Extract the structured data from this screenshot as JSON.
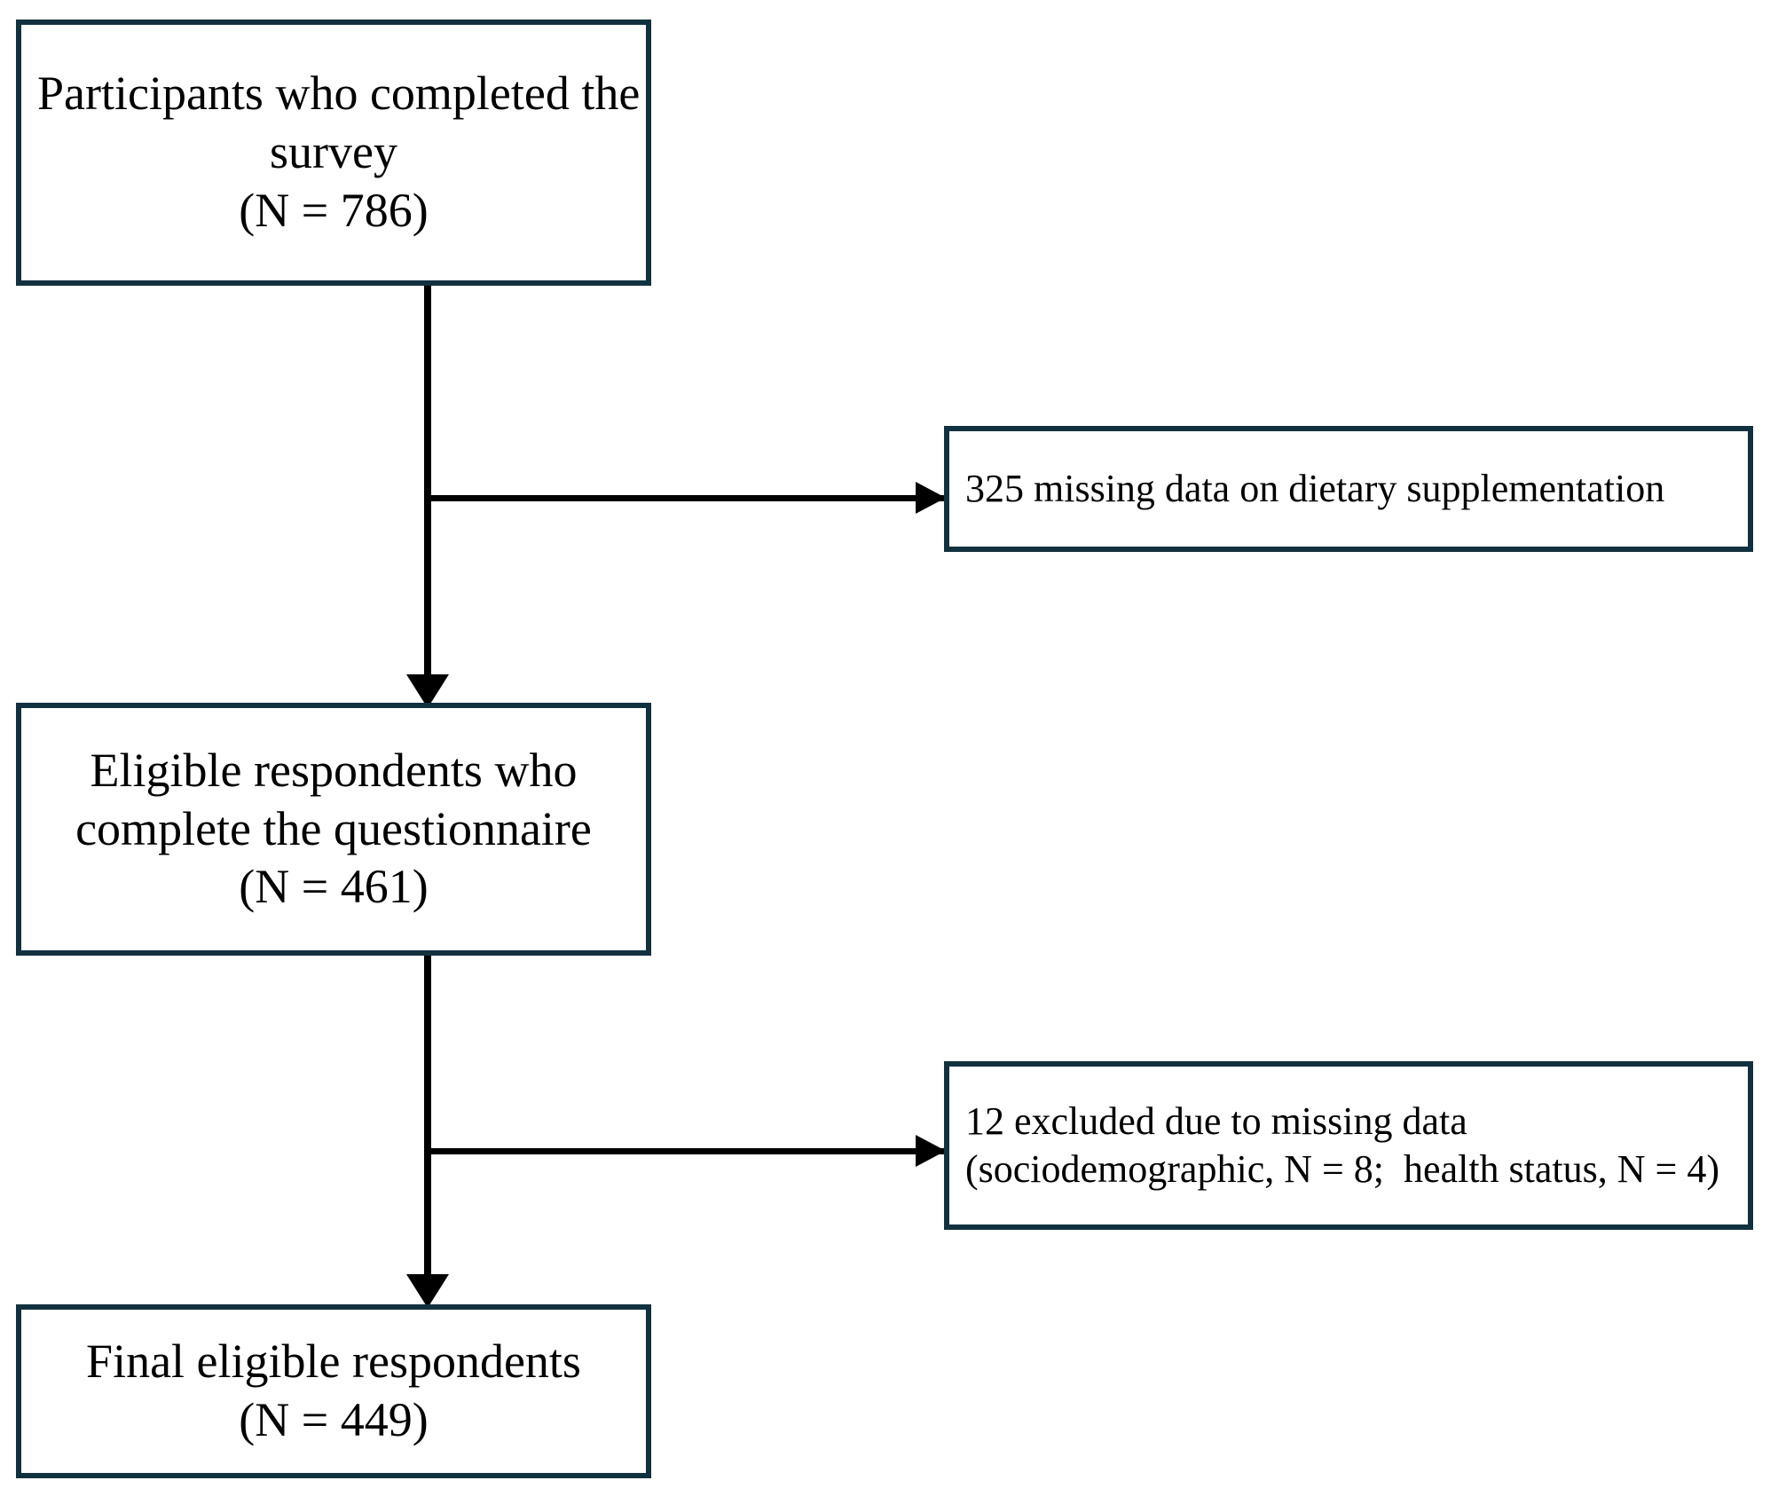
{
  "figure": {
    "type": "flowchart",
    "title": "Participant flow diagram",
    "colors": {
      "box_border": "#12313f",
      "connector": "#000000",
      "background": "#ffffff",
      "text": "#000000"
    }
  },
  "nodes": {
    "survey": {
      "id": "participants-completed-survey",
      "line1": "Participants who completed the",
      "line2": "survey",
      "line3": "(N = 786)",
      "count": 786
    },
    "eligible": {
      "id": "eligible-respondents",
      "line1": "Eligible respondents who",
      "line2": "complete the questionnaire",
      "line3": "(N = 461)",
      "count": 461
    },
    "final": {
      "id": "final-eligible-respondents",
      "line1": "Final eligible respondents",
      "line2": "(N = 449)",
      "count": 449
    },
    "missing_325": {
      "id": "missing-dietary-supplementation",
      "line1": "325 missing data on dietary supplementation",
      "count": 325
    },
    "excluded_12": {
      "id": "excluded-missing-data",
      "line1": "12 excluded due to missing data",
      "line2": "(sociodemographic, N = 8;  health status, N = 4)",
      "count": 12,
      "sociodemographic": 8,
      "health_status": 4
    }
  },
  "connectors": [
    {
      "id": "survey-to-eligible",
      "from": "survey",
      "to": "eligible",
      "direction": "down"
    },
    {
      "id": "survey-to-missing-325",
      "from": "survey",
      "to": "missing_325",
      "direction": "right"
    },
    {
      "id": "eligible-to-final",
      "from": "eligible",
      "to": "final",
      "direction": "down"
    },
    {
      "id": "eligible-to-excluded-12",
      "from": "eligible",
      "to": "excluded_12",
      "direction": "right"
    }
  ]
}
